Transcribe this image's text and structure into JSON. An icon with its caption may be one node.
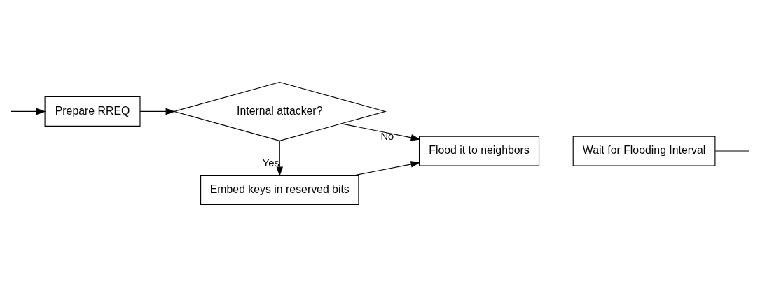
{
  "diagram": {
    "nodes": [
      {
        "text": [
          "Prepare RREQ"
        ]
      },
      {
        "text": [
          "Internal attacker?"
        ]
      },
      {
        "text": [
          "Flood it to neighbors"
        ]
      },
      {
        "text": [
          "Wait for Flooding Interval"
        ]
      },
      {
        "text": [
          "Embed keys in reserved bits"
        ]
      }
    ],
    "edges": [
      {
        "from": null,
        "to": 0,
        "arrow": "to"
      },
      {
        "from": 0,
        "to": 1,
        "arrow": "to"
      },
      {
        "from": 1,
        "to": 2,
        "arrow": "to",
        "label": "No"
      },
      {
        "from": 1,
        "to": 4,
        "arrow": "to",
        "label": "Yes"
      },
      {
        "from": 4,
        "to": 2,
        "arrow": "to"
      },
      {
        "from": 3,
        "to": null,
        "arrow": "none"
      }
    ]
  }
}
